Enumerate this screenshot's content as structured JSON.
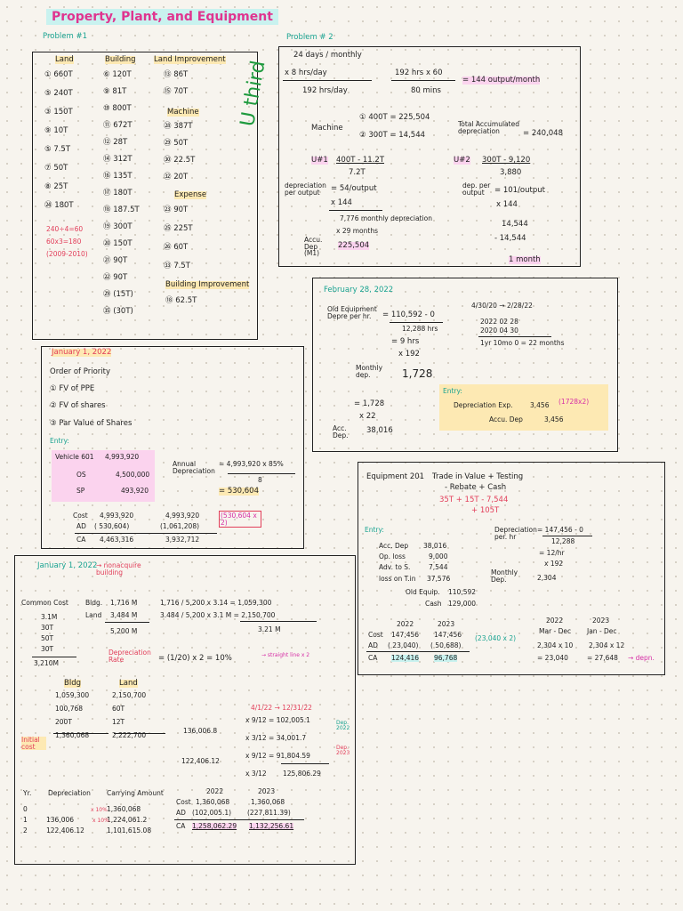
{
  "title": "Property, Plant, and Equipment",
  "p1": {
    "label": "Problem #1",
    "h_land": "Land",
    "h_building": "Building",
    "h_landimp": "Land Improvement",
    "land": [
      "① 660T",
      "⑤ 240T",
      "③ 150T",
      "⑨ 10T",
      "⑤ 7.5T",
      "⑦ 50T",
      "⑧ 25T",
      "㉔ 180T"
    ],
    "building": [
      "⑥ 120T",
      "⑨ 81T",
      "⑩ 800T",
      "⑪ 672T",
      "⑫ 28T",
      "⑭ 312T",
      "⑯ 135T",
      "⑰ 180T",
      "⑱ 187.5T",
      "⑲ 300T",
      "⑳ 150T",
      "㉑ 90T",
      "㉒ 90T",
      "㉙ (15T)",
      "㉟ (30T)"
    ],
    "landimp": [
      "⑬ 86T",
      "⑮ 70T"
    ],
    "h_machine": "Machine",
    "machine": [
      "㉘ 387T",
      "㉙ 50T",
      "㉚ 22.5T",
      "㉜ 20T"
    ],
    "h_expense": "Expense",
    "expense": [
      "㉓ 90T",
      "㉕ 225T",
      "㉖ 60T",
      "㉝ 7.5T"
    ],
    "h_bldgimp": "Building Improvement",
    "bldgimp": [
      "⑱ 62.5T"
    ],
    "calc": [
      "240÷4=60",
      "60x3=180",
      "(2009-2010)"
    ]
  },
  "p2": {
    "label": "Problem # 2",
    "l1": "24 days / monthly",
    "l2": "x 8 hrs/day",
    "l3": "192 hrs/day",
    "l4": "192 hrs x 60",
    "l5": "80 mins",
    "l6": "= 144 output/month",
    "machine": "Machine",
    "m1": "① 400T = 225,504",
    "m2": "② 300T = 14,544",
    "tad": "Total Accumulated depreciation",
    "tad_val": "= 240,048",
    "u1": "U#1",
    "u1a": "400T - 11.2T",
    "u1b": "7.2T",
    "dpo": "depreciation per output",
    "u1c": "= 54/output",
    "u1d": "x 144",
    "u1e": "7,776 monthly depreciation",
    "u1f": "x 29 months",
    "accu": "Accu. Dep (M1)",
    "u1g": "225,504",
    "u2": "U#2",
    "u2a": "300T - 9,120",
    "u2b": "3,880",
    "u2dep": "dep. per output",
    "u2c": "= 101/output",
    "u2d": "x 144",
    "u2e": "14,544",
    "u2f": "- 14,544",
    "u2g": "1 month",
    "handwrite": "U third"
  },
  "feb": {
    "label": "February 28, 2022",
    "old": "Old Equipment Depre per hr.",
    "f1": "= 110,592 - 0",
    "f2": "12,288 hrs",
    "f3": "= 9 hrs",
    "f4": "x 192",
    "md": "Monthly dep.",
    "f5": "1,728",
    "d1": "4/30/20 → 2/28/22",
    "d2": "2022  02  28",
    "d3": "2020  04  30",
    "d4": "1yr  10mo  0 = 22 months",
    "f6": "= 1,728",
    "f7": "x 22",
    "accdep": "Acc. Dep.",
    "f8": "38,016",
    "entry": "Entry:",
    "e1": "Depreciation Exp.",
    "e1v": "3,456",
    "e1n": "(1728x2)",
    "e2": "Accu. Dep",
    "e2v": "3,456"
  },
  "jan1": {
    "label": "January 1, 2022",
    "order": "Order of Priority",
    "o1": "① FV of PPE",
    "o2": "② FV of shares",
    "o3": "③ Par Value of Shares",
    "entry": "Entry:",
    "e1": "Vehicle 601",
    "e1v": "4,993,920",
    "e2": "OS",
    "e2v": "4,500,000",
    "e3": "SP",
    "e3v": "493,920",
    "ad": "Annual Depreciation",
    "ad1": "= 4,993,920 x 85%",
    "ad2": "8",
    "ad3": "= 530,604",
    "c1": "Cost",
    "c1a": "4,993,920",
    "c1b": "4,993,920",
    "c2": "AD",
    "c2a": "( 530,604)",
    "c2b": "(1,061,208)",
    "c3": "CA",
    "c3a": "4,463,316",
    "c3b": "3,932,712",
    "note": "(530,604 x 2)"
  },
  "eq201": {
    "label": "Equipment 201",
    "t1": "Trade in Value + Testing",
    "t2": "- Rebate + Cash",
    "t3": "35T + 15T - 7,544",
    "t4": "+ 105T",
    "entry": "Entry:",
    "r1": "Acc. Dep",
    "r1v": "38,016",
    "r2": "Op. loss",
    "r2v": "9,000",
    "r3": "Adv. to S.",
    "r3v": "7,544",
    "r4": "loss on T.in",
    "r4v": "37,576",
    "r5": "Old Equip.",
    "r5v": "110,592",
    "r6": "Cash",
    "r6v": "129,000",
    "dph": "Depreciation per. hr",
    "dph1": "= 147,456 - 0",
    "dph2": "12,288",
    "dph3": "= 12/hr",
    "dph4": "x 192",
    "md": "Monthly Dep.",
    "dph5": "2,304",
    "y1": "2022",
    "y2": "2023",
    "cost": "Cost",
    "cost1": "147,456",
    "cost2": "147,456",
    "ad": "AD",
    "ad1": "( 23,040)",
    "ad2": "( 50,688)",
    "ca": "CA",
    "ca1": "124,416",
    "ca2": "96,768",
    "note": "(23,040 x 2)",
    "m1h": "2022",
    "m2h": "2023",
    "m1": "Mar - Dec",
    "m2": "Jan - Dec",
    "m3": "2,304 x 10",
    "m4": "2,304 x 12",
    "m5": "= 23,040",
    "m6": "= 27,648",
    "m7": "→ depn."
  },
  "jan2": {
    "label": "January 1, 2022",
    "label2": "→ nonacquire building",
    "cc": "Common Cost",
    "cc1": "3.1M",
    "cc2": "30T",
    "cc3": "50T",
    "cc4": "30T",
    "cc5": "3,210M",
    "b": "Bldg.",
    "bv": "1,716 M",
    "l": "Land",
    "lv": "3,484 M",
    "tot": "5,200 M",
    "r1": "1,716 / 5,200 x 3.14 = 1,059,300",
    "r2": "3.484 / 5,200 x 3.1 M = 2,150,700",
    "r3": "3.21 M",
    "dr": "Depreciation Rate",
    "drv": "= (1/20) x 2 = 10%",
    "drn": "→ straight line x 2",
    "bh": "Bldg",
    "lh": "Land",
    "bd": [
      "1,059,300",
      "100,768",
      "200T",
      "1,360,068"
    ],
    "ld": [
      "2,150,700",
      "60T",
      "12T",
      "2,222,700"
    ],
    "ic": "Initial cost",
    "v1": "136,006.8",
    "v2": "122,406.12",
    "f1": "x 9/12 = 102,005.1",
    "f2": "x 3/12 = 34,001.7",
    "f3": "x 9/12 = 91,804.59",
    "f4": "x 3/12",
    "f5": "125,806.29",
    "dt": "4/1/22 → 12/31/22",
    "dep22": "Dep. 2022",
    "dep23": "Dep. 2023",
    "th": [
      "Yr.",
      "Depreciation",
      "Carrying Amount"
    ],
    "tr": [
      [
        "0",
        "",
        "1,360,068"
      ],
      [
        "1",
        "136,006",
        "1,224,061.2"
      ],
      [
        "2",
        "122,406.12",
        "1,101,615.08"
      ]
    ],
    "x1": "x 10%",
    "x2": "x 10%",
    "y1": "2022",
    "y2": "2023",
    "s1": "Cost",
    "s1a": "1,360,068",
    "s1b": "1,360,068",
    "s2": "AD",
    "s2a": "(102,005.1)",
    "s2b": "(227,811.39)",
    "s3": "CA",
    "s3a": "1,258,062.29",
    "s3b": "1,132,256.61"
  }
}
